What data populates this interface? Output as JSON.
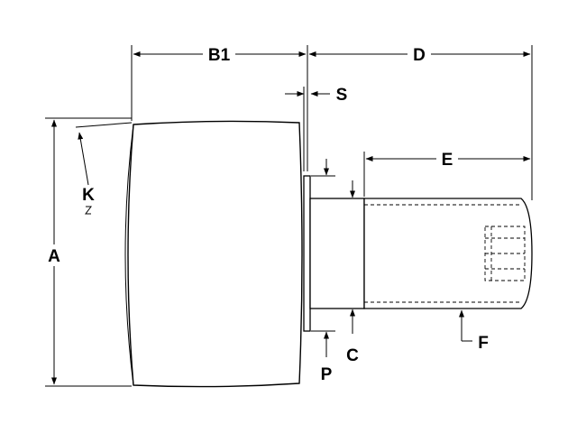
{
  "dimension_labels": {
    "a": "A",
    "b1": "B1",
    "c": "C",
    "d": "D",
    "e": "E",
    "f": "F",
    "k": "K",
    "p": "P",
    "s": "S"
  },
  "colors": {
    "line": "#000000",
    "background": "#ffffff",
    "roller_shade": "#f4f4f4"
  }
}
